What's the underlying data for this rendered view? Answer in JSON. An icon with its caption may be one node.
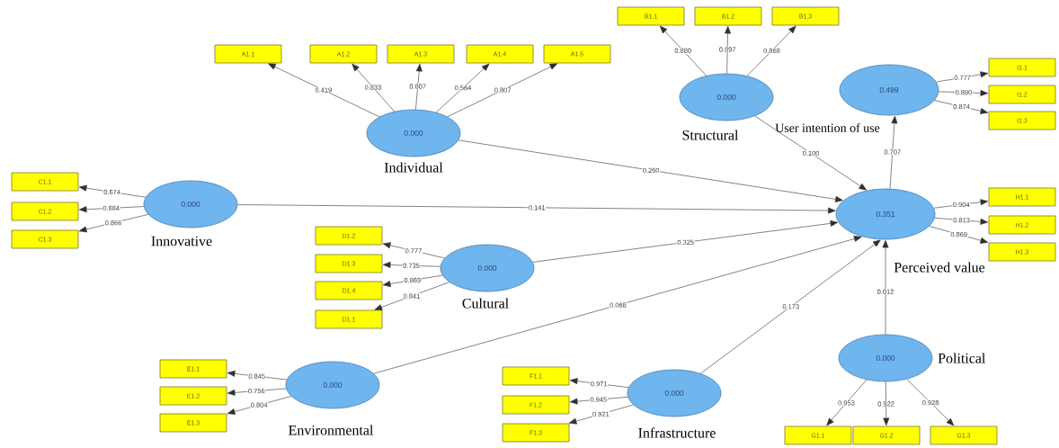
{
  "diagram": {
    "nodes": [
      {
        "text": [
          "0.000",
          "Individual"
        ]
      },
      {
        "text": [
          "A1.1"
        ]
      },
      {
        "text": [
          "A1.2"
        ]
      },
      {
        "text": [
          "A1.3"
        ]
      },
      {
        "text": [
          "A1.4"
        ]
      },
      {
        "text": [
          "A1.5"
        ]
      },
      {
        "text": [
          "0.000",
          "Structural"
        ]
      },
      {
        "text": [
          "B1.1"
        ]
      },
      {
        "text": [
          "B1.2"
        ]
      },
      {
        "text": [
          "B1.3"
        ]
      },
      {
        "text": [
          "0.499",
          "User intention of use"
        ]
      },
      {
        "text": [
          "I1.1"
        ]
      },
      {
        "text": [
          "I1.2"
        ]
      },
      {
        "text": [
          "I1.3"
        ]
      },
      {
        "text": [
          "0.000",
          "Innovative"
        ]
      },
      {
        "text": [
          "C1.1"
        ]
      },
      {
        "text": [
          "C1.2"
        ]
      },
      {
        "text": [
          "C1.3"
        ]
      },
      {
        "text": [
          "0.000",
          "Cultural"
        ]
      },
      {
        "text": [
          "D1.2"
        ]
      },
      {
        "text": [
          "D1.3"
        ]
      },
      {
        "text": [
          "D1.4"
        ]
      },
      {
        "text": [
          "D1.1"
        ]
      },
      {
        "text": [
          "0.351",
          "Perceived value"
        ]
      },
      {
        "text": [
          "H1.1"
        ]
      },
      {
        "text": [
          "H1.2"
        ]
      },
      {
        "text": [
          "H1.3"
        ]
      },
      {
        "text": [
          "0.000",
          "Environmental"
        ]
      },
      {
        "text": [
          "E1.1"
        ]
      },
      {
        "text": [
          "E1.2"
        ]
      },
      {
        "text": [
          "E1.3"
        ]
      },
      {
        "text": [
          "0.000",
          "Infrastructure"
        ]
      },
      {
        "text": [
          "F1.1"
        ]
      },
      {
        "text": [
          "F1.2"
        ]
      },
      {
        "text": [
          "F1.3"
        ]
      },
      {
        "text": [
          "0.000",
          "Political"
        ]
      },
      {
        "text": [
          "G1.1"
        ]
      },
      {
        "text": [
          "G1.2"
        ]
      },
      {
        "text": [
          "G1.3"
        ]
      }
    ],
    "edges": [
      {
        "from": 0,
        "to": 1,
        "arrow": "to",
        "label": "0.419"
      },
      {
        "from": 0,
        "to": 2,
        "arrow": "to",
        "label": "0.833"
      },
      {
        "from": 0,
        "to": 3,
        "arrow": "to",
        "label": "0.807"
      },
      {
        "from": 0,
        "to": 4,
        "arrow": "to",
        "label": "0.564"
      },
      {
        "from": 0,
        "to": 5,
        "arrow": "to",
        "label": "0.807"
      },
      {
        "from": 6,
        "to": 7,
        "arrow": "to",
        "label": "0.880"
      },
      {
        "from": 6,
        "to": 8,
        "arrow": "to",
        "label": "0.897"
      },
      {
        "from": 6,
        "to": 9,
        "arrow": "to",
        "label": "0.868"
      },
      {
        "from": 10,
        "to": 11,
        "arrow": "to",
        "label": "0.777"
      },
      {
        "from": 10,
        "to": 12,
        "arrow": "to",
        "label": "0.890"
      },
      {
        "from": 10,
        "to": 13,
        "arrow": "to",
        "label": "0.874"
      },
      {
        "from": 14,
        "to": 15,
        "arrow": "to",
        "label": "0.674"
      },
      {
        "from": 14,
        "to": 16,
        "arrow": "to",
        "label": "0.884"
      },
      {
        "from": 14,
        "to": 17,
        "arrow": "to",
        "label": "0.866"
      },
      {
        "from": 18,
        "to": 19,
        "arrow": "to",
        "label": "0.777"
      },
      {
        "from": 18,
        "to": 20,
        "arrow": "to",
        "label": "0.735"
      },
      {
        "from": 18,
        "to": 21,
        "arrow": "to",
        "label": "0.869"
      },
      {
        "from": 18,
        "to": 22,
        "arrow": "to",
        "label": "0.841"
      },
      {
        "from": 23,
        "to": 24,
        "arrow": "to",
        "label": "0.904"
      },
      {
        "from": 23,
        "to": 25,
        "arrow": "to",
        "label": "0.813"
      },
      {
        "from": 23,
        "to": 26,
        "arrow": "to",
        "label": "0.869"
      },
      {
        "from": 27,
        "to": 28,
        "arrow": "to",
        "label": "0.845"
      },
      {
        "from": 27,
        "to": 29,
        "arrow": "to",
        "label": "0.756"
      },
      {
        "from": 27,
        "to": 30,
        "arrow": "to",
        "label": "0.804"
      },
      {
        "from": 31,
        "to": 32,
        "arrow": "to",
        "label": "0.971"
      },
      {
        "from": 31,
        "to": 33,
        "arrow": "to",
        "label": "0.945"
      },
      {
        "from": 31,
        "to": 34,
        "arrow": "to",
        "label": "0.921"
      },
      {
        "from": 35,
        "to": 36,
        "arrow": "to",
        "label": "0.953"
      },
      {
        "from": 35,
        "to": 37,
        "arrow": "to",
        "label": "0.922"
      },
      {
        "from": 35,
        "to": 38,
        "arrow": "to",
        "label": "0.928"
      },
      {
        "from": 0,
        "to": 23,
        "arrow": "to",
        "label": "0.260"
      },
      {
        "from": 6,
        "to": 23,
        "arrow": "to",
        "label": "0.100"
      },
      {
        "from": 14,
        "to": 23,
        "arrow": "to",
        "label": "0.141"
      },
      {
        "from": 18,
        "to": 23,
        "arrow": "to",
        "label": "0.325"
      },
      {
        "from": 27,
        "to": 23,
        "arrow": "to",
        "label": "0.068"
      },
      {
        "from": 31,
        "to": 23,
        "arrow": "to",
        "label": "0.173"
      },
      {
        "from": 35,
        "to": 23,
        "arrow": "to",
        "label": "0.012"
      },
      {
        "from": 23,
        "to": 10,
        "arrow": "to",
        "label": "0.707"
      }
    ]
  }
}
